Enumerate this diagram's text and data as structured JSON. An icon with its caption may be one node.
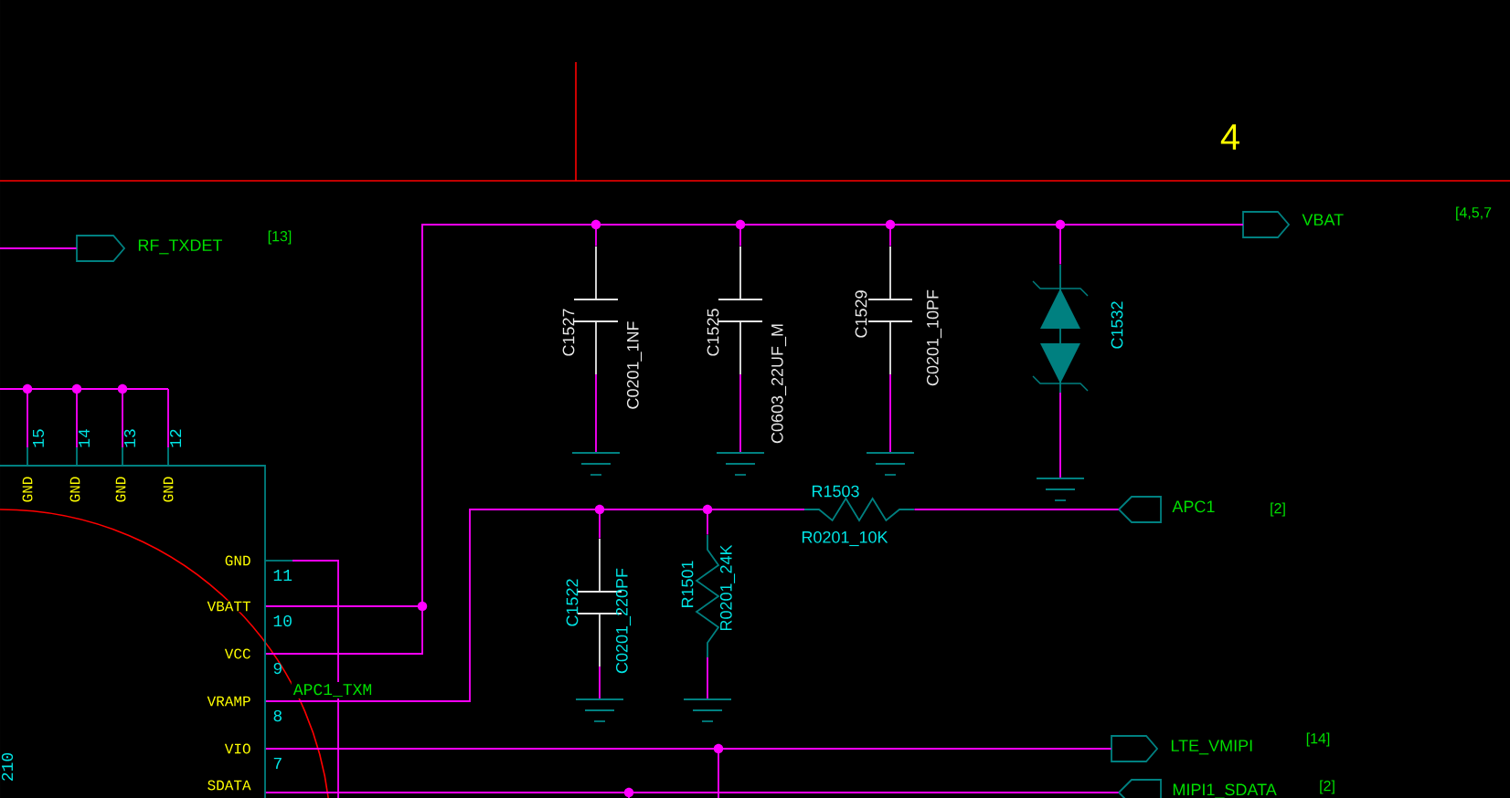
{
  "diagram": {
    "nodes": [
      {
        "text": [
          "GND",
          "GND",
          "GND",
          "GND",
          "GND",
          "VBATT",
          "VCC",
          "VRAMP",
          "VIO",
          "SDATA"
        ],
        "beside": [
          "15",
          "14",
          "13",
          "12",
          "11",
          "10",
          "9",
          "8",
          "7"
        ]
      },
      {
        "text": [
          "RF_TXDET"
        ]
      },
      {
        "text": [
          "VBAT"
        ]
      },
      {
        "text": [
          "C1527",
          "C0201_1NF"
        ]
      },
      {
        "text": [
          "C1525",
          "C0603_22UF_M"
        ]
      },
      {
        "text": [
          "C1529",
          "C0201_10PF"
        ]
      },
      {
        "text": [
          "C1532"
        ]
      },
      {
        "text": [
          "C1522",
          "C0201_220PF"
        ]
      },
      {
        "text": [
          "R1501",
          "R0201_24K"
        ]
      },
      {
        "text": [
          "R1503",
          "R0201_10K"
        ]
      },
      {
        "text": [
          "APC1"
        ]
      },
      {
        "text": [
          "LTE_VMIPI"
        ]
      },
      {
        "text": [
          "MIPI1_SDATA"
        ]
      }
    ],
    "edges": [
      {
        "from": 0,
        "to": 2,
        "arrow": "none"
      },
      {
        "from": 0,
        "to": 2,
        "arrow": "none"
      },
      {
        "from": 3,
        "to": 2,
        "arrow": "none"
      },
      {
        "from": 4,
        "to": 2,
        "arrow": "none"
      },
      {
        "from": 5,
        "to": 2,
        "arrow": "none"
      },
      {
        "from": 6,
        "to": 2,
        "arrow": "none"
      },
      {
        "from": 0,
        "to": 9,
        "arrow": "none",
        "label": "APC1_TXM"
      },
      {
        "from": 7,
        "to": 9,
        "arrow": "none"
      },
      {
        "from": 8,
        "to": 9,
        "arrow": "none"
      },
      {
        "from": 9,
        "to": 10,
        "arrow": "none"
      },
      {
        "from": 0,
        "to": 11,
        "arrow": "none"
      },
      {
        "from": 0,
        "to": 12,
        "arrow": "none"
      },
      {
        "from": null,
        "to": 1,
        "arrow": "none"
      }
    ],
    "labels": [
      "4",
      "[13]",
      "[4,5,7",
      "[2]",
      "210",
      "[14]",
      "[2]"
    ]
  }
}
